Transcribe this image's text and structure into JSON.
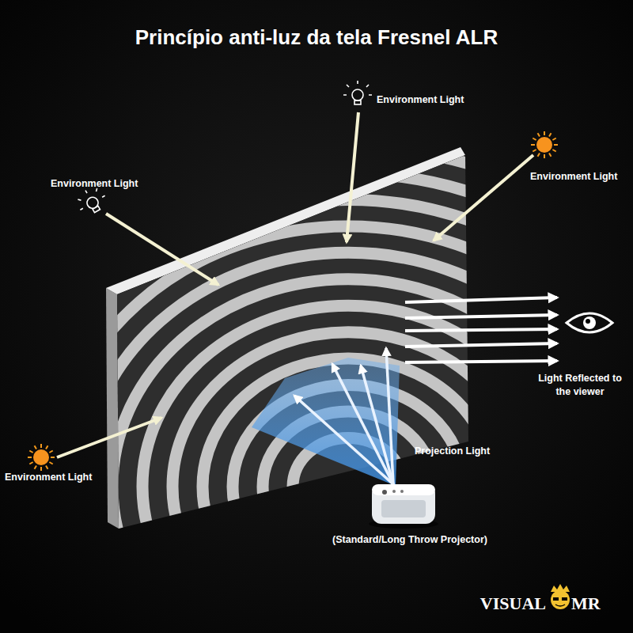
{
  "diagram": {
    "title": "Princípio anti-luz da tela Fresnel ALR",
    "labels": [
      "Environment Light",
      "Environment Light",
      "Environment Light",
      "Environment Light",
      "Light Reflected to the viewer",
      "Projection Light",
      "(Standard/Long Throw Projector)",
      "VISUAL",
      "MR"
    ]
  }
}
